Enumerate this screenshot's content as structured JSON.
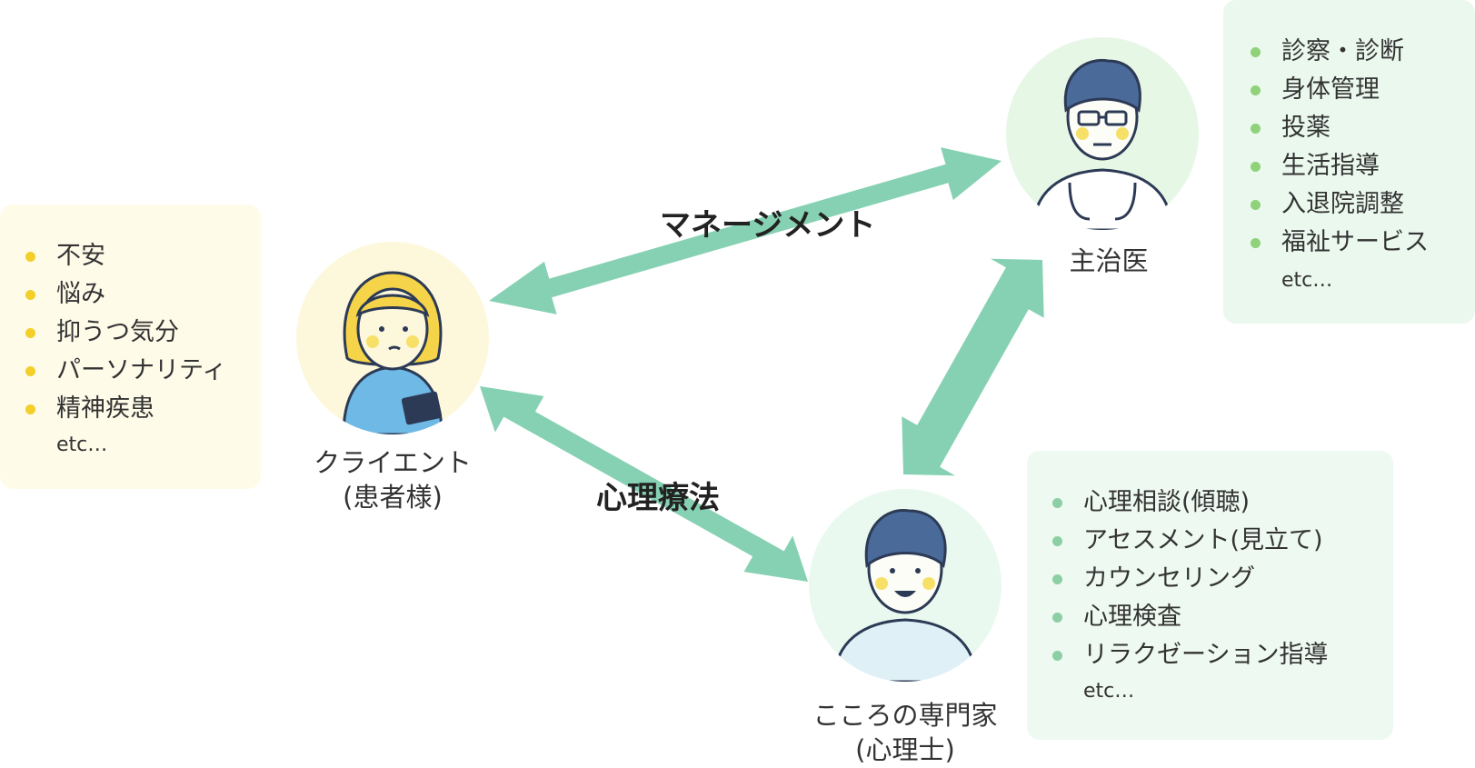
{
  "colors": {
    "arrow": "#86d1b3",
    "client_bullet": "#f3cf2a",
    "doctor_bullet": "#8fd27a",
    "counselor_bullet": "#8dcfa4",
    "client_box_bg": "#fffbe9",
    "doctor_box_bg": "#eaf8ee",
    "counselor_box_bg": "#eef9f1"
  },
  "client": {
    "role_line1": "クライエント",
    "role_line2": "(患者様)",
    "items": [
      "不安",
      "悩み",
      "抑うつ気分",
      "パーソナリティ",
      "精神疾患"
    ],
    "etc": "etc…",
    "icon": "worried-woman-icon"
  },
  "doctor": {
    "role": "主治医",
    "items": [
      "診察・診断",
      "身体管理",
      "投薬",
      "生活指導",
      "入退院調整",
      "福祉サービス"
    ],
    "etc": "etc…",
    "icon": "doctor-with-stethoscope-icon"
  },
  "counselor": {
    "role_line1": "こころの専門家",
    "role_line2": "(心理士)",
    "items": [
      "心理相談(傾聴)",
      "アセスメント(見立て)",
      "カウンセリング",
      "心理検査",
      "リラクゼーション指導"
    ],
    "etc": "etc…",
    "icon": "smiling-counselor-icon"
  },
  "relations": {
    "client_doctor": "マネージメント",
    "client_counselor": "心理療法"
  }
}
